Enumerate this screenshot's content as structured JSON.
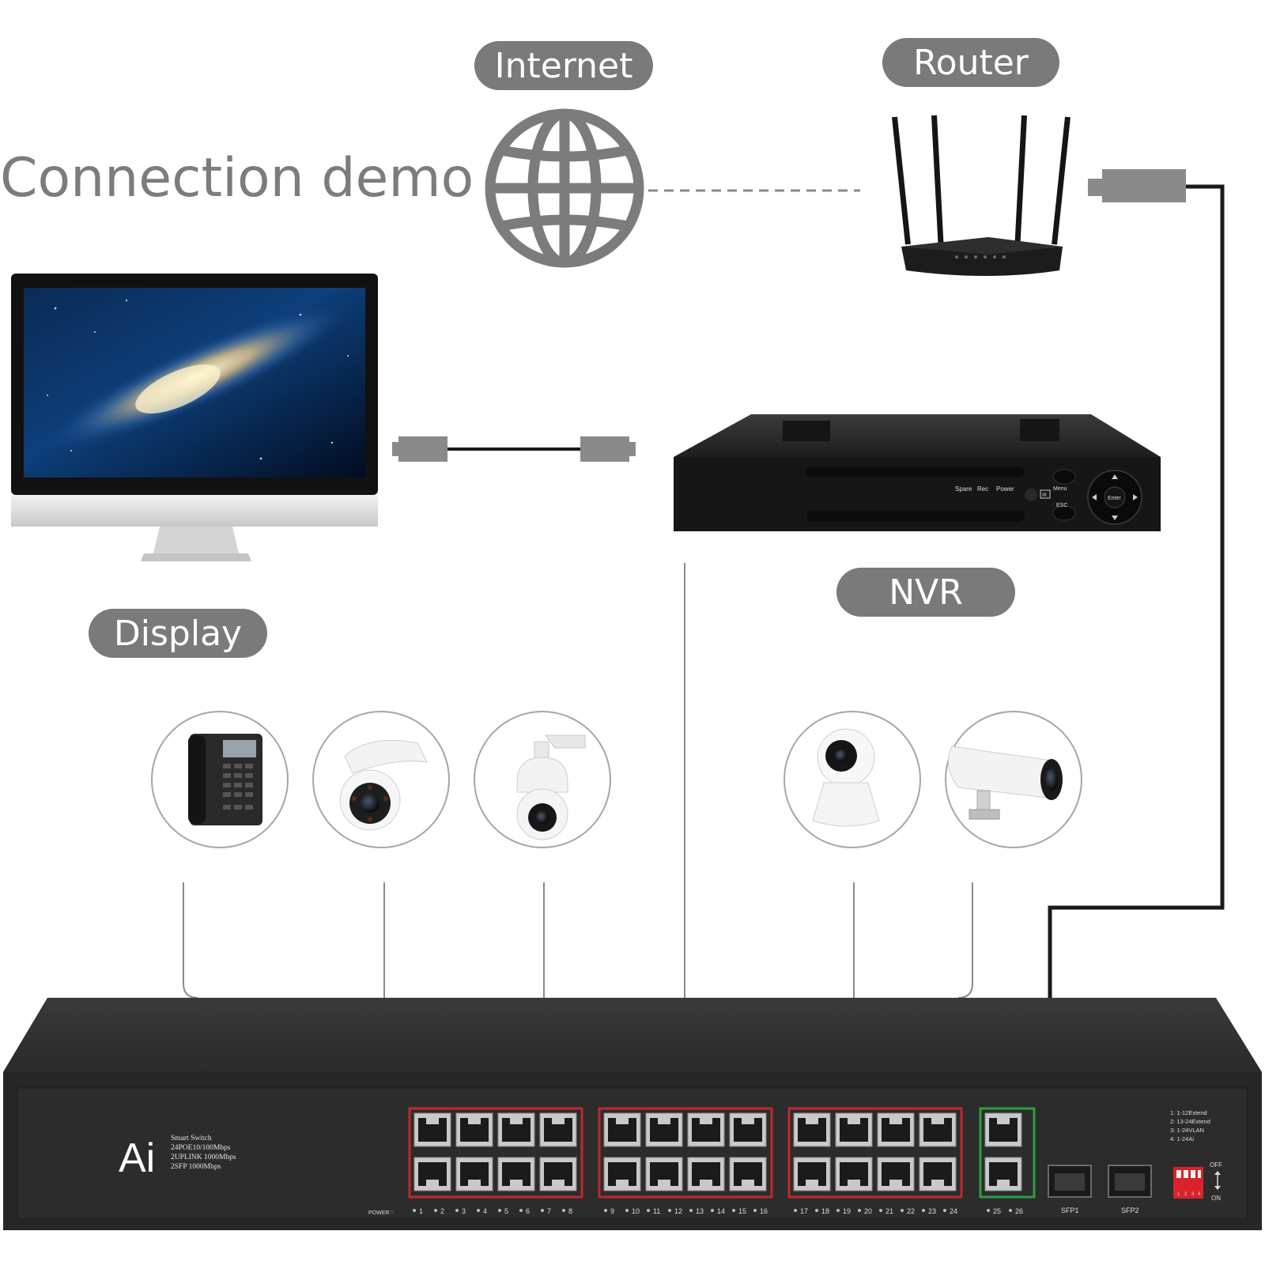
{
  "title": "Connection demo",
  "labels": {
    "internet": "Internet",
    "router": "Router",
    "display": "Display",
    "nvr": "NVR"
  },
  "nvr_panel": {
    "spare": "Spare",
    "rec": "Rec",
    "power": "Power",
    "menu": "Menu",
    "esc": "ESC",
    "enter": "Enter",
    "ir": "IR"
  },
  "switch": {
    "logo": "Ai",
    "spec_lines": [
      "Smart Switch",
      "24POE10/100Mbps",
      "2UPLINK 1000Mbps",
      "2SFP 1000Mbps"
    ],
    "power_label": "POWER",
    "port_numbers": [
      "1",
      "2",
      "3",
      "4",
      "5",
      "6",
      "7",
      "8",
      "9",
      "10",
      "11",
      "12",
      "13",
      "14",
      "15",
      "16",
      "17",
      "18",
      "19",
      "20",
      "21",
      "22",
      "23",
      "24",
      "25",
      "26"
    ],
    "sfp_labels": [
      "SFP1",
      "SFP2"
    ],
    "dip_legend": [
      "1: 1-12Extend",
      "2: 13-24Extend",
      "3: 1-24VLAN",
      "4: 1-24Ai"
    ],
    "dip_off": "OFF",
    "dip_on": "ON",
    "dip_numbers": [
      "1",
      "2",
      "3",
      "4"
    ]
  },
  "devices": [
    {
      "icon": "ip-phone-icon"
    },
    {
      "icon": "dome-camera-icon"
    },
    {
      "icon": "ptz-camera-icon"
    },
    {
      "icon": "indoor-camera-icon"
    },
    {
      "icon": "bullet-camera-icon"
    }
  ],
  "colors": {
    "pill": "#7a7a7a",
    "globe": "#7c7c7c",
    "switch_body": "#2b2b2b",
    "poe_group_border": "#c0282d",
    "uplink_group_border": "#2e9e3e",
    "dip_switch": "#d9232a",
    "cable": "#1a1a1a",
    "connector": "#8a8a8a"
  }
}
